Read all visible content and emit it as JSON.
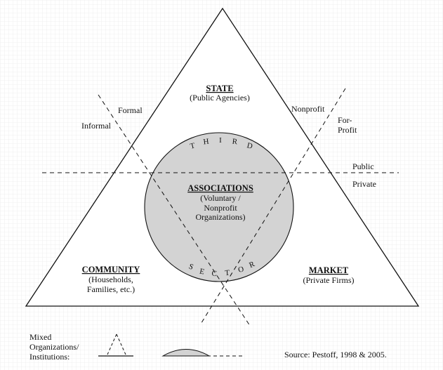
{
  "colors": {
    "background": "#ffffff",
    "grid": "#e4e4e4",
    "stroke": "#111111",
    "circle_fill": "#d3d3d3"
  },
  "sectors": {
    "state": {
      "title": "STATE",
      "subtitle": "(Public Agencies)"
    },
    "community": {
      "title": "COMMUNITY",
      "line1": "(Households,",
      "line2": "Families, etc.)"
    },
    "market": {
      "title": "MARKET",
      "subtitle": "(Private Firms)"
    },
    "associations": {
      "title": "ASSOCIATIONS",
      "line1": "(Voluntary /",
      "line2": "Nonprofit",
      "line3": "Organizations)"
    }
  },
  "arc_top": [
    "T",
    "H",
    "I",
    "R",
    "D"
  ],
  "arc_bottom": [
    "S",
    "E",
    "C",
    "T",
    "O",
    "R"
  ],
  "axis_labels": {
    "formal": "Formal",
    "informal": "Informal",
    "nonprofit": "Nonprofit",
    "for_profit_1": "For-",
    "for_profit_2": "Profit",
    "public": "Public",
    "private": "Private"
  },
  "legend": {
    "line1": "Mixed",
    "line2": "Organizations/",
    "line3": "Institutions:"
  },
  "source": "Source: Pestoff, 1998 & 2005."
}
